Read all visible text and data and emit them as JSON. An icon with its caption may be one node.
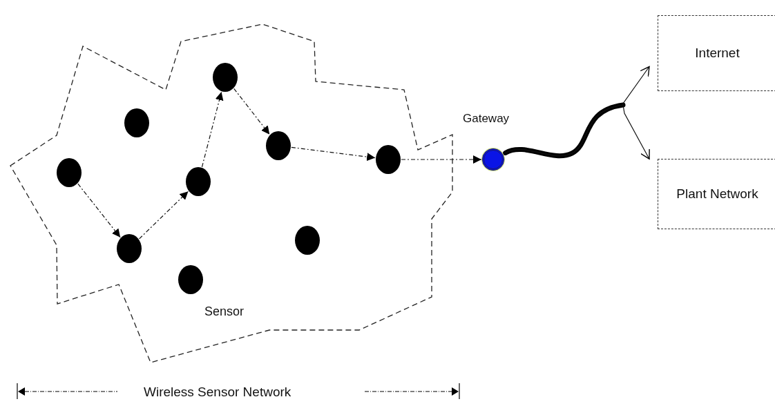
{
  "diagram": {
    "nodes": [
      {
        "text": [],
        "shape": "cloud"
      },
      {
        "text": [],
        "shape": "circle",
        "in": 0
      },
      {
        "text": [],
        "shape": "circle",
        "in": 0
      },
      {
        "text": [],
        "shape": "circle",
        "in": 0
      },
      {
        "text": [],
        "shape": "circle",
        "in": 0
      },
      {
        "text": [],
        "shape": "circle",
        "in": 0
      },
      {
        "text": [],
        "shape": "circle",
        "in": 0
      },
      {
        "text": [],
        "shape": "circle",
        "in": 0
      },
      {
        "text": [],
        "shape": "circle",
        "in": 0
      },
      {
        "text": [],
        "shape": "circle",
        "in": 0
      },
      {
        "text": [],
        "shape": "circle",
        "beside": [
          "Gateway"
        ]
      },
      {
        "text": [
          "Internet"
        ]
      },
      {
        "text": [
          "Plant Network"
        ]
      }
    ],
    "edges": [
      {
        "from": 1,
        "to": 2,
        "arrow": "to",
        "style": "dashed"
      },
      {
        "from": 2,
        "to": 5,
        "arrow": "to",
        "style": "dashed"
      },
      {
        "from": 5,
        "to": 6,
        "arrow": "to",
        "style": "dashed"
      },
      {
        "from": 6,
        "to": 7,
        "arrow": "to",
        "style": "dashed"
      },
      {
        "from": 7,
        "to": 9,
        "arrow": "to",
        "style": "dashed"
      },
      {
        "from": 9,
        "to": 10,
        "arrow": "to",
        "style": "dashed"
      },
      {
        "from": 10,
        "to": 11,
        "arrow": "to"
      },
      {
        "from": 10,
        "to": 12,
        "arrow": "to"
      }
    ],
    "labels": [
      "Sensor",
      "Wireless Sensor Network"
    ]
  }
}
